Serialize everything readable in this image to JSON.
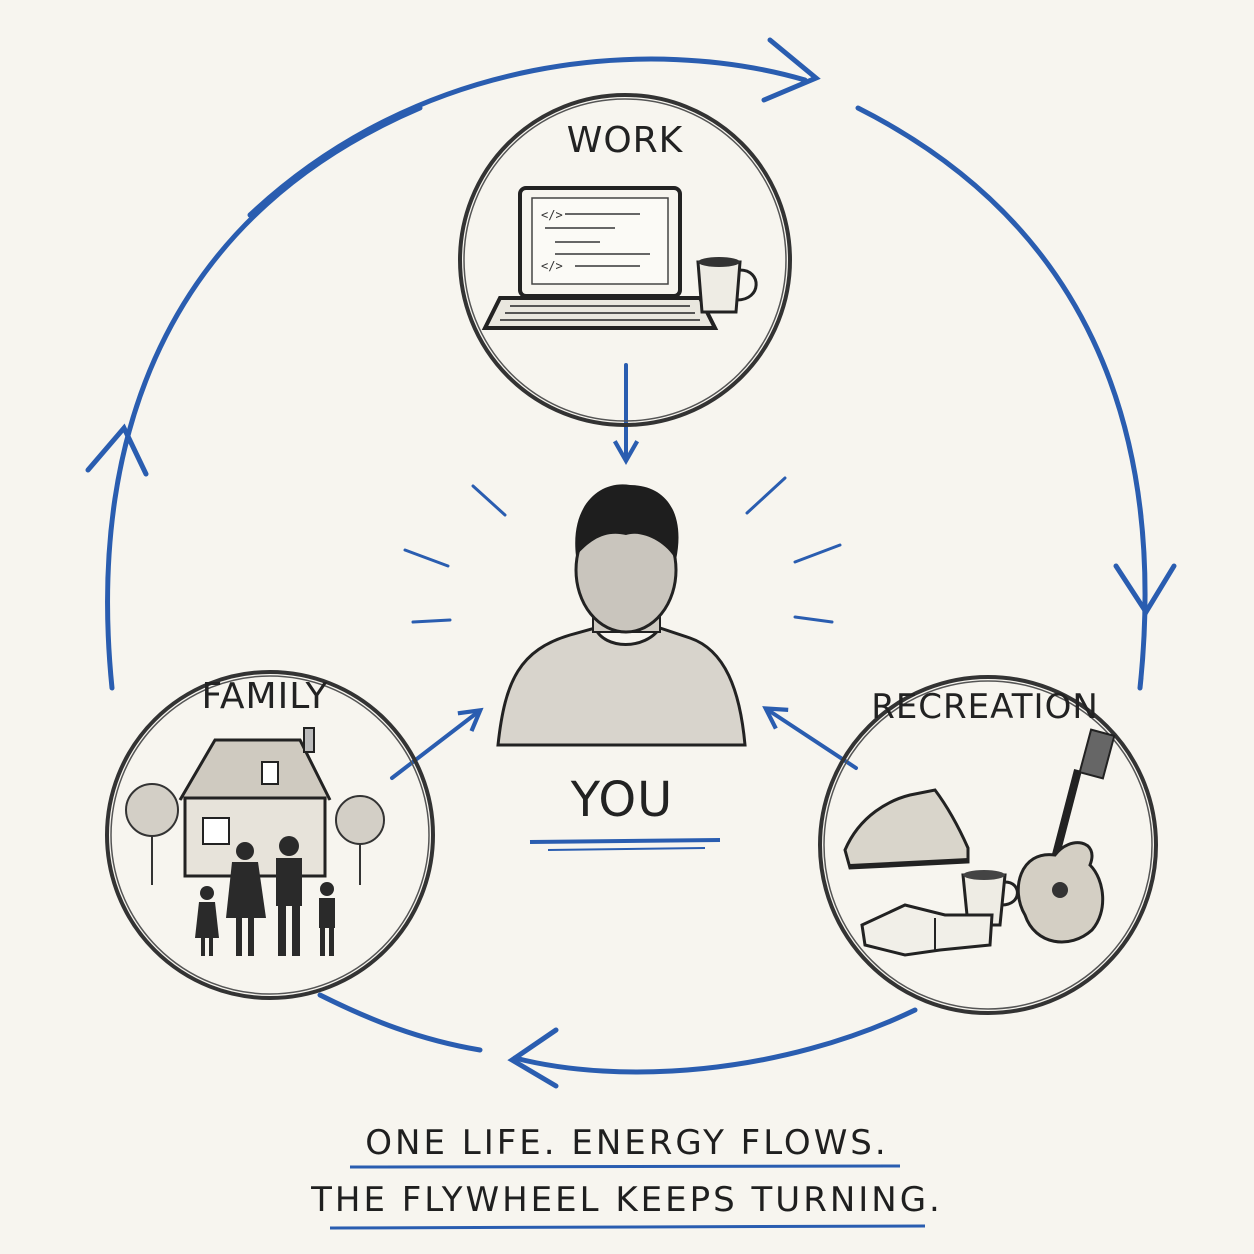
{
  "nodes": {
    "work": {
      "label": "WORK"
    },
    "family": {
      "label": "FAMILY"
    },
    "recreation": {
      "label": "RECREATION"
    },
    "you": {
      "label": "YOU"
    }
  },
  "caption": {
    "line1": "ONE LIFE. ENERGY FLOWS.",
    "line2": "THE FLYWHEEL KEEPS TURNING."
  },
  "colors": {
    "ink": "#222222",
    "accent": "#2a5db0",
    "paper": "#f7f5ef"
  }
}
